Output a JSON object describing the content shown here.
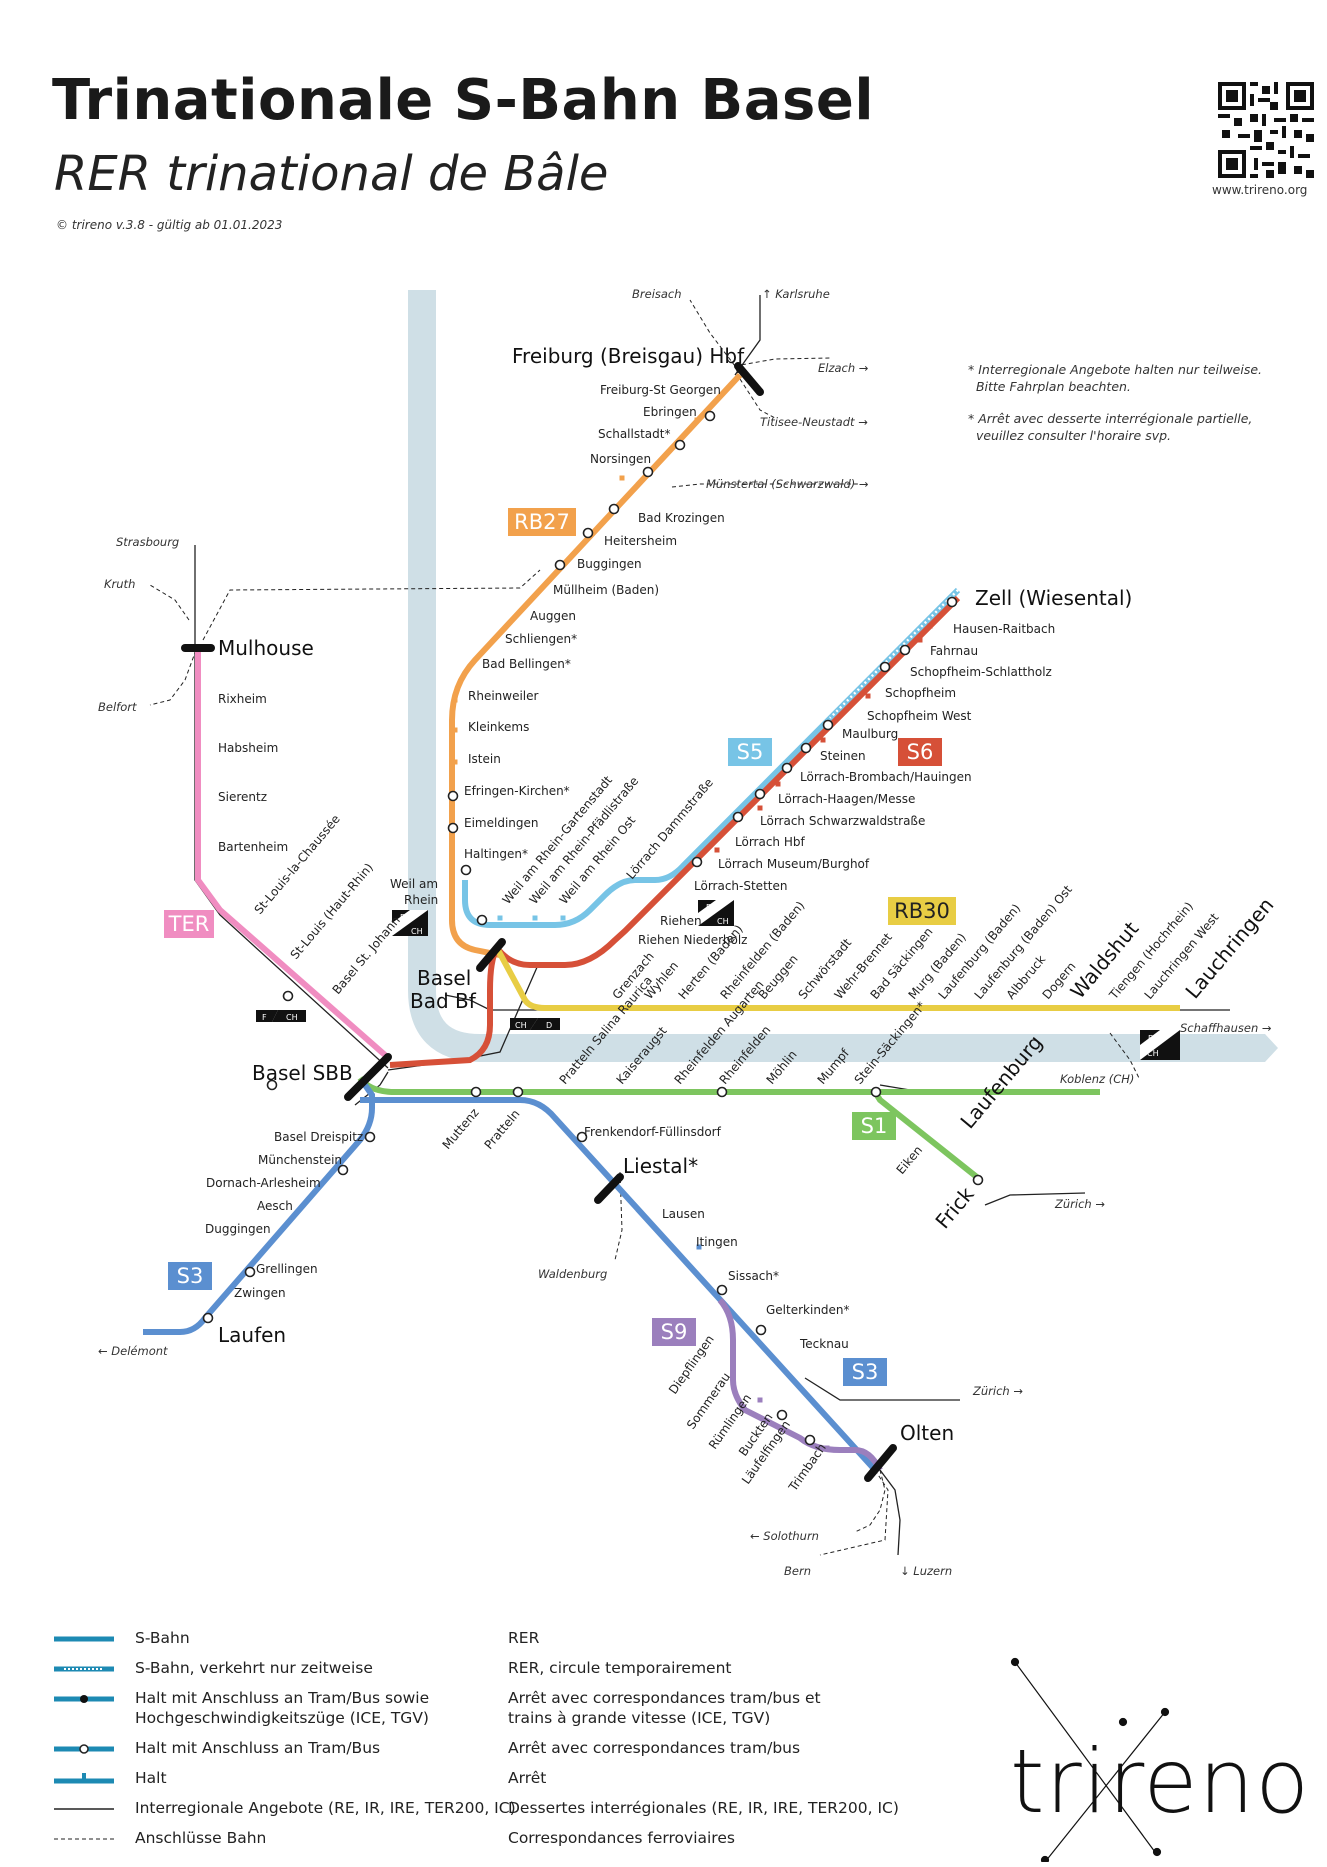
{
  "header": {
    "title": "Trinationale S-Bahn Basel",
    "subtitle": "RER trinational de Bâle",
    "version": "© trireno v.3.8 - gültig ab 01.01.2023",
    "website": "www.trireno.org"
  },
  "notes": {
    "de": "* Interregionale Angebote halten nur teilweise.\n  Bitte Fahrplan beachten.",
    "fr": "* Arrêt avec desserte interrégionale partielle,\n  veuillez consulter l'horaire svp."
  },
  "colors": {
    "s1": "#7dc55f",
    "s3": "#5b8fd0",
    "s5": "#77c4e6",
    "s6": "#d65038",
    "s9": "#9b7fbd",
    "rb27": "#f2a14c",
    "rb30": "#e8cd44",
    "ter": "#f08dc1",
    "rhine": "#cfdfe6",
    "interregional": "#222222"
  },
  "lines": {
    "ter": "TER",
    "rb27": "RB27",
    "s5": "S5",
    "s6": "S6",
    "rb30": "RB30",
    "s1": "S1",
    "s3_west": "S3",
    "s3_east": "S3",
    "s9": "S9"
  },
  "major_stations": {
    "mulhouse": "Mulhouse",
    "freiburg": "Freiburg (Breisgau) Hbf",
    "zell": "Zell (Wiesental)",
    "basel_bad_1": "Basel",
    "basel_bad_2": "Bad Bf",
    "basel_sbb": "Basel SBB",
    "liestal": "Liestal*",
    "laufen": "Laufen",
    "olten": "Olten",
    "waldshut": "Waldshut",
    "lauchringen": "Lauchringen",
    "laufenburg": "Laufenburg",
    "frick": "Frick"
  },
  "stations": {
    "ter": [
      "Rixheim",
      "Habsheim",
      "Sierentz",
      "Bartenheim",
      "St-Louis-la-Chaussée",
      "St-Louis (Haut-Rhin)",
      "Basel St. Johann"
    ],
    "rb27": [
      "Freiburg-St Georgen",
      "Ebringen",
      "Schallstadt*",
      "Norsingen",
      "Bad Krozingen",
      "Heitersheim",
      "Buggingen",
      "Müllheim (Baden)",
      "Auggen",
      "Schliengen*",
      "Bad Bellingen*",
      "Rheinweiler",
      "Kleinkems",
      "Istein",
      "Efringen-Kirchen*",
      "Eimeldingen",
      "Haltingen*",
      "Weil am",
      "Rhein"
    ],
    "s5_s6": [
      "Hausen-Raitbach",
      "Fahrnau",
      "Schopfheim-Schlattholz",
      "Schopfheim",
      "Schopfheim West",
      "Maulburg",
      "Steinen",
      "Lörrach-Brombach/Hauingen",
      "Lörrach-Haagen/Messe",
      "Lörrach Schwarzwaldstraße",
      "Lörrach Hbf",
      "Lörrach Museum/Burghof",
      "Lörrach-Stetten",
      "Riehen",
      "Riehen Niederholz"
    ],
    "s5_west": [
      "Weil am Rhein-Gartenstadt",
      "Weil am Rhein-Pfädlistraße",
      "Weil am Rhein Ost",
      "Lörrach Dammstraße"
    ],
    "rb30": [
      "Grenzach",
      "Wyhlen",
      "Herten (Baden)",
      "Rheinfelden (Baden)",
      "Beuggen",
      "Schwörstadt",
      "Wehr-Brennet",
      "Bad Säckingen",
      "Murg (Baden)",
      "Laufenburg (Baden)",
      "Laufenburg (Baden) Ost",
      "Albbruck",
      "Dogern",
      "Tiengen (Hochrhein)",
      "Lauchringen West"
    ],
    "s1": [
      "Pratteln Salina Raurica",
      "Kaiseraugst",
      "Rheinfelden Augarten",
      "Rheinfelden",
      "Möhlin",
      "Mumpf",
      "Stein-Säckingen*",
      "Eiken"
    ],
    "s3": [
      "Basel Dreispitz",
      "Münchenstein",
      "Dornach-Arlesheim",
      "Aesch",
      "Duggingen",
      "Grellingen",
      "Zwingen",
      "Muttenz",
      "Pratteln",
      "Frenkendorf-Füllinsdorf",
      "Lausen",
      "Itingen",
      "Sissach*",
      "Gelterkinden*",
      "Tecknau"
    ],
    "s9": [
      "Diepflingen",
      "Sommerau",
      "Rümlingen",
      "Buckten",
      "Läufelfingen",
      "Trimbach"
    ]
  },
  "connections": {
    "breisach": "Breisach",
    "karlsruhe": "↑ Karlsruhe",
    "elzach": "Elzach →",
    "titisee": "Titisee-Neustadt →",
    "muenstertal": "Münstertal (Schwarzwald) →",
    "strasbourg": "Strasbourg",
    "kruth": "Kruth",
    "belfort": "Belfort",
    "schaffhausen": "Schaffhausen →",
    "koblenz": "Koblenz (CH)",
    "zuerich1": "Zürich →",
    "zuerich2": "Zürich →",
    "waldenburg": "Waldenburg",
    "delemont": "← Delémont",
    "solothurn": "← Solothurn",
    "bern": "Bern",
    "luzern": "↓ Luzern"
  },
  "borders": {
    "d": "D",
    "ch": "CH",
    "f": "F"
  },
  "legend": [
    {
      "de": "S-Bahn",
      "fr": "RER"
    },
    {
      "de": "S-Bahn, verkehrt nur zeitweise",
      "fr": "RER, circule temporairement"
    },
    {
      "de": "Halt mit Anschluss an Tram/Bus sowie",
      "fr": "Arrêt avec correspondances tram/bus et"
    },
    {
      "de": "Hochgeschwindigkeitszüge (ICE, TGV)",
      "fr": "trains à grande vitesse (ICE, TGV)"
    },
    {
      "de": "Halt mit Anschluss an Tram/Bus",
      "fr": "Arrêt avec correspondances tram/bus"
    },
    {
      "de": "Halt",
      "fr": "Arrêt"
    },
    {
      "de": "Interregionale Angebote (RE, IR, IRE, TER200, IC)",
      "fr": "Dessertes interrégionales (RE, IR, IRE, TER200, IC)"
    },
    {
      "de": "Anschlüsse Bahn",
      "fr": "Correspondances ferroviaires"
    }
  ],
  "logo": "trireno"
}
